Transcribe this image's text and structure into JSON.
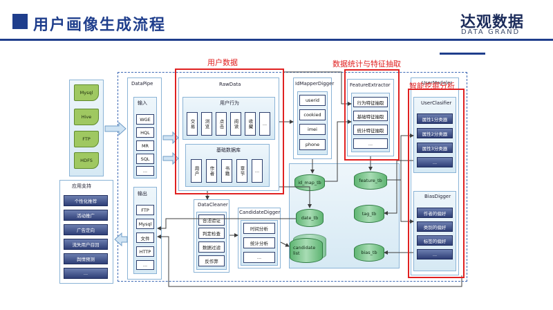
{
  "header": {
    "title": "用户画像生成流程",
    "logo_cn": "达观数据",
    "logo_en": "DATA GRAND"
  },
  "annotations": {
    "user_data": "用户数据",
    "feature_stats": "数据统计与特征抽取",
    "mining": "智能挖掘分析"
  },
  "sources": [
    "Mysql",
    "Hive",
    "FTP",
    "HDFS"
  ],
  "apps": {
    "title": "应用支持",
    "items": [
      "个性化推荐",
      "活动推广",
      "广告定向",
      "流失用户召回",
      "舆情预测",
      "..."
    ]
  },
  "datapipe": {
    "title": "DataPipe",
    "input_label": "输入",
    "inputs": [
      "WGE",
      "HQL",
      "MR",
      "SQL",
      "..."
    ],
    "output_label": "输出",
    "outputs": [
      "FTP",
      "Mysql",
      "文件",
      "HTTP",
      "..."
    ]
  },
  "rawdata": {
    "title": "RawData",
    "behavior_title": "用户行为",
    "behaviors": [
      "交易",
      "浏览",
      "点击",
      "阅读",
      "收藏",
      "..."
    ],
    "base_title": "基础数据库",
    "bases": [
      "用户",
      "作者",
      "书籍",
      "章节",
      "..."
    ]
  },
  "datacleaner": {
    "title": "DataCleaner",
    "items": [
      "合法验证",
      "判定检查",
      "数据过滤",
      "反作弊"
    ]
  },
  "candidate": {
    "title": "CandidateDigger",
    "items": [
      "时间分析",
      "统计分析",
      "..."
    ],
    "output": "candidate list"
  },
  "idmapper": {
    "title": "IdMapperDigger",
    "items": [
      "userid",
      "cookied",
      "imei",
      "phone"
    ]
  },
  "feature": {
    "title": "FeatureExtractor",
    "items": [
      "行为特征抽取",
      "基础特征抽取",
      "统计特征抽取",
      "..."
    ]
  },
  "tables": {
    "id_map": "id_map_tb",
    "date": "date_tb",
    "feature": "feature_tb",
    "tag": "tag_tb",
    "bias": "bias_tb"
  },
  "usermodeler": {
    "title": "UserModeler",
    "clasifier_title": "UserClasifier",
    "clasifiers": [
      "属性1分类器",
      "属性2分类器",
      "属性3分类器",
      "..."
    ],
    "bias_title": "BiasDigger",
    "bias_items": [
      "作者的偏好",
      "类别的偏好",
      "标签的偏好",
      "..."
    ]
  }
}
